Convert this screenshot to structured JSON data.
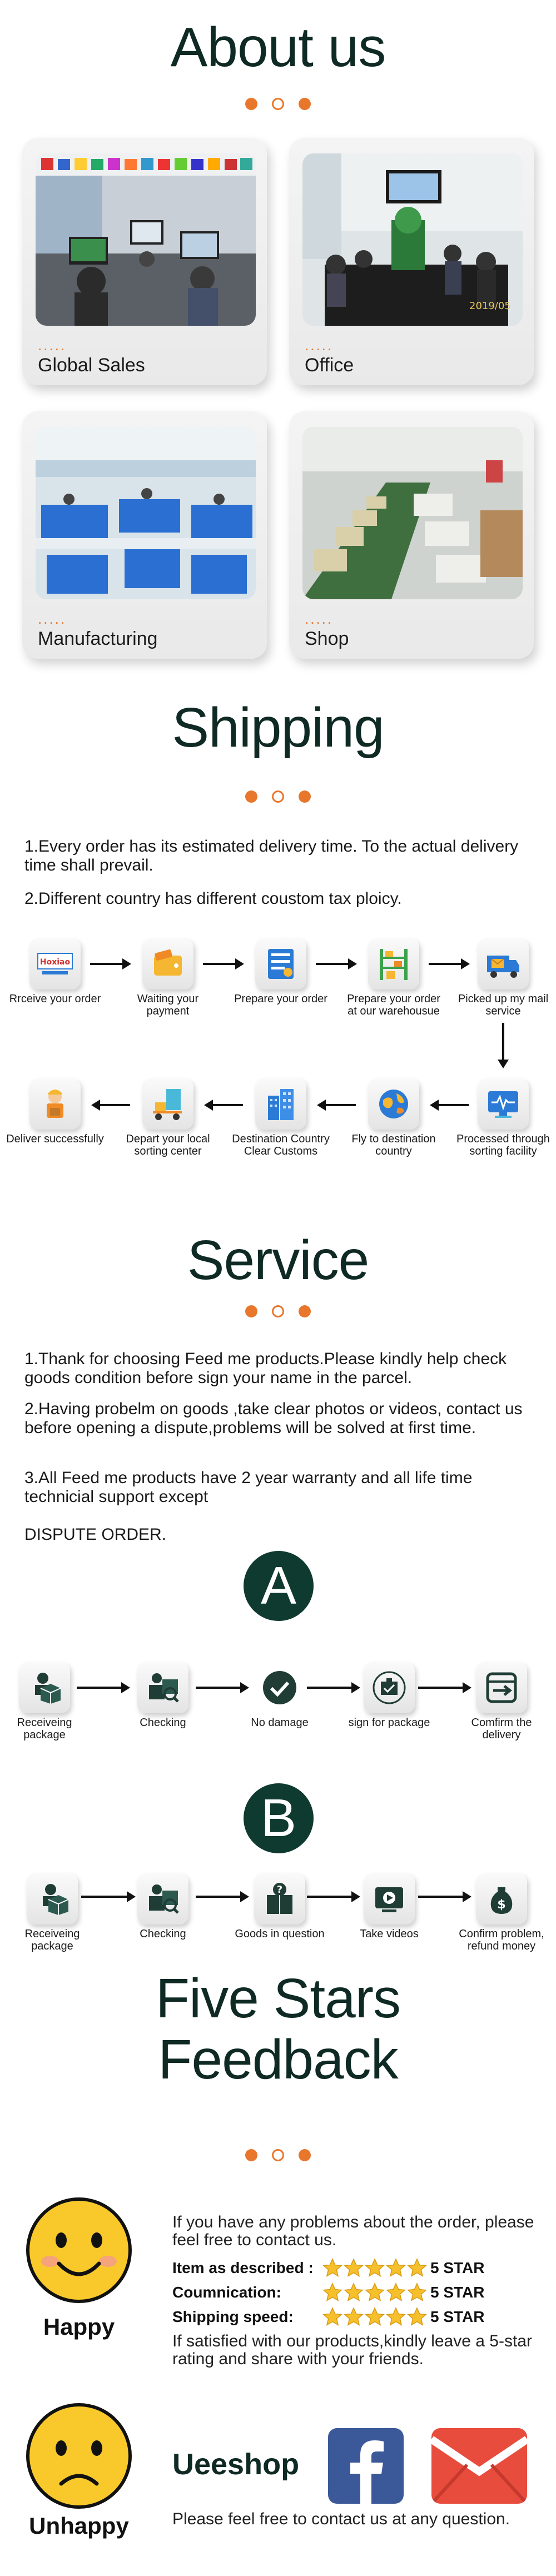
{
  "about": {
    "title": "About us",
    "cards": [
      {
        "label": "Global Sales",
        "deco": "....."
      },
      {
        "label": "Office",
        "deco": "....."
      },
      {
        "label": "Manufacturing",
        "deco": "....."
      },
      {
        "label": "Shop",
        "deco": "....."
      }
    ]
  },
  "shipping": {
    "title": "Shipping",
    "paragraphs": [
      "1.Every order has its estimated delivery time. To the actual delivery time shall prevail.",
      "2.Different country has different coustom tax ploicy."
    ],
    "row1": [
      {
        "label": "Rrceive your order",
        "logo": "Hoxiao"
      },
      {
        "label": "Waiting your payment"
      },
      {
        "label": "Prepare your order"
      },
      {
        "label": "Prepare your order at our warehousue"
      },
      {
        "label": "Picked up my mail service"
      }
    ],
    "row2": [
      {
        "label": "Deliver successfully"
      },
      {
        "label": "Depart your local sorting center"
      },
      {
        "label": "Destination Country Clear Customs"
      },
      {
        "label": "Fly to destination country"
      },
      {
        "label": "Processed through sorting facility"
      }
    ]
  },
  "service": {
    "title": "Service",
    "paragraphs": [
      "1.Thank for choosing Feed me products.Please kindly help check goods condition before sign your name in the parcel.",
      "2.Having probelm on goods ,take clear photos or videos, contact us before opening a dispute,problems will be solved at first time.",
      "3.All Feed me products have 2 year warranty and all life time technicial support except",
      "DISPUTE ORDER."
    ],
    "a_letter": "A",
    "a_steps": [
      {
        "label": "Receiveing package"
      },
      {
        "label": "Checking"
      },
      {
        "label": "No damage"
      },
      {
        "label": "sign for package"
      },
      {
        "label": "Comfirm the delivery"
      }
    ],
    "b_letter": "B",
    "b_steps": [
      {
        "label": "Receiveing package"
      },
      {
        "label": "Checking"
      },
      {
        "label": "Goods in question"
      },
      {
        "label": "Take videos"
      },
      {
        "label": "Confirm problem, refund money"
      }
    ]
  },
  "feedback": {
    "title_line1": "Five Stars",
    "title_line2": "Feedback",
    "happy_label": "Happy",
    "unhappy_label": "Unhappy",
    "intro": "If you have any problems about the order, please feel free to contact us.",
    "ratings": [
      {
        "label": "Item as described :",
        "value": "5 STAR",
        "stars": 5
      },
      {
        "label": "Coumnication:",
        "value": "5 STAR",
        "stars": 5
      },
      {
        "label": "Shipping speed:",
        "value": "5 STAR",
        "stars": 5
      }
    ],
    "outro": "If satisfied with our products,kindly leave a 5-star rating and share with your friends.",
    "brand": "Ueeshop",
    "contact": "Please feel free to contact us at any question."
  },
  "colors": {
    "accent": "#e8762b",
    "title": "#0f2a24",
    "letter_bg": "#0f3a30",
    "facebook": "#3b5998",
    "mail": "#e84c3d"
  }
}
